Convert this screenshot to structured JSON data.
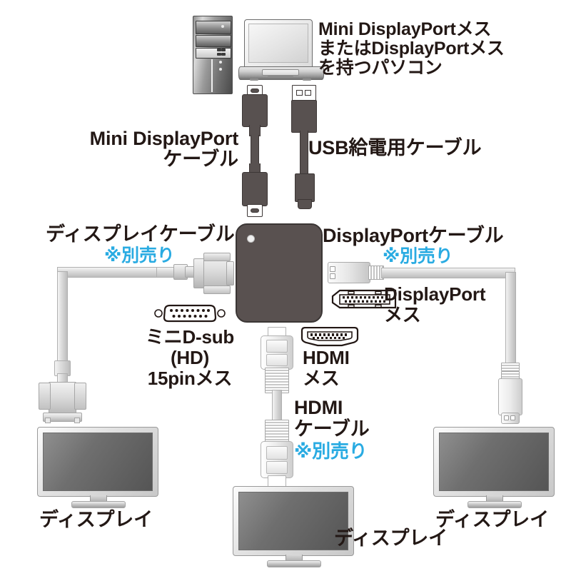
{
  "diagram": {
    "title_text": "Mini DisplayPort / DisplayPort to HDMI・VGA・DisplayPort adapter connection diagram",
    "accent_blue": "#29abe2",
    "body_color": "#231815",
    "adapter_color": "#595150"
  },
  "labels": {
    "pc": "Mini DisplayPortメス\nまたはDisplayPortメス\nを持つパソコン",
    "mdp_cable": "Mini DisplayPort\nケーブル",
    "usb_cable": "USB給電用ケーブル",
    "display_cable": "ディスプレイケーブル",
    "display_cable_note": "※別売り",
    "dp_cable": "DisplayPortケーブル",
    "dp_cable_note": "※別売り",
    "dp_female": "DisplayPort\nメス",
    "vga_female": "ミニD-sub\n(HD)\n15pinメス",
    "hdmi_female": "HDMI\nメス",
    "hdmi_cable": "HDMI\nケーブル",
    "hdmi_cable_note": "※別売り",
    "display_left": "ディスプレイ",
    "display_center": "ディスプレイ",
    "display_right": "ディスプレイ"
  },
  "devices": {
    "tower_name": "desktop-pc-tower",
    "laptop_name": "laptop-pc",
    "adapter_name": "video-adapter-box",
    "monitor_left": "display-left",
    "monitor_center": "display-center",
    "monitor_right": "display-right"
  },
  "ports": {
    "vga": "mini-d-sub-15pin-female-port",
    "hdmi": "hdmi-female-port",
    "displayport": "displayport-female-port"
  },
  "cables": {
    "mdp": "mini-displayport-cable",
    "usb": "usb-power-cable",
    "vga_cable": "vga-display-cable",
    "hdmi_cable": "hdmi-cable",
    "dp_cable": "displayport-cable"
  }
}
